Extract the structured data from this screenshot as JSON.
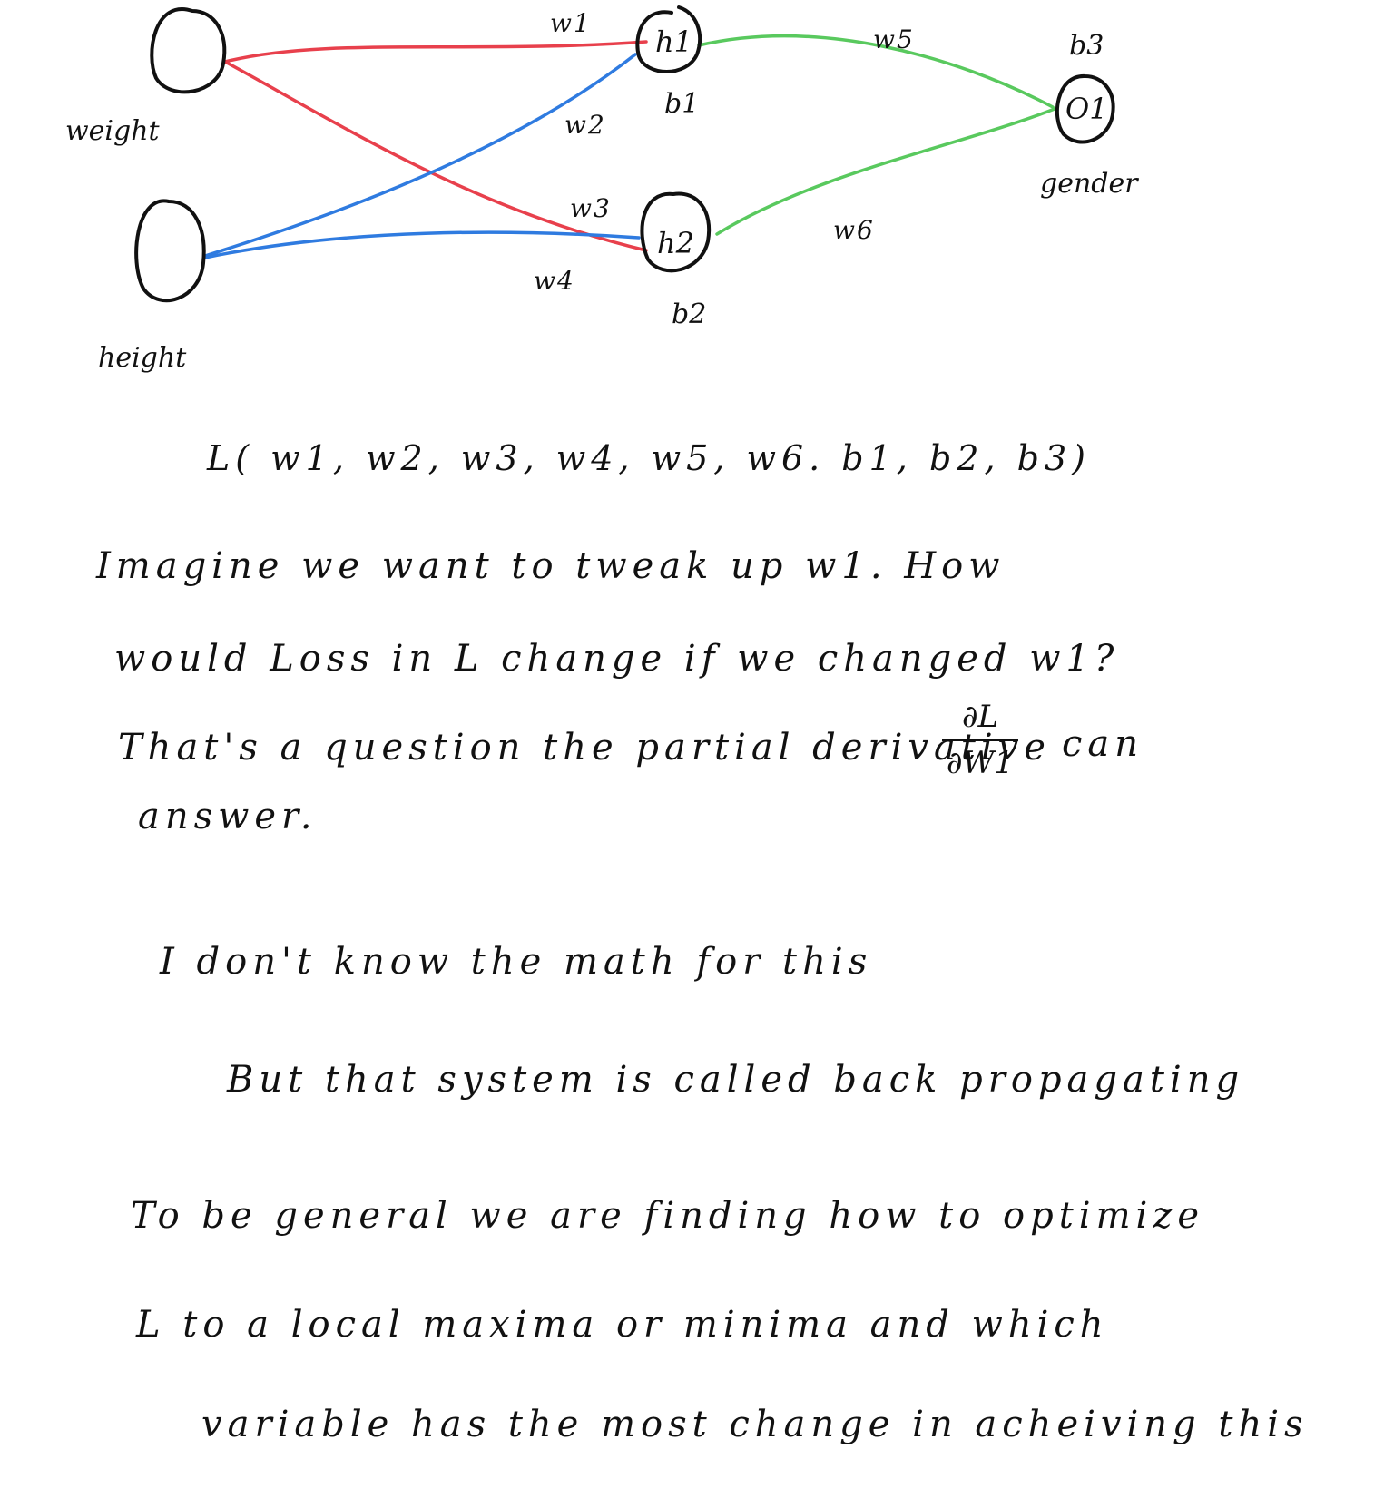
{
  "diagram": {
    "inputs": [
      {
        "id": "weight",
        "label": "weight"
      },
      {
        "id": "height",
        "label": "height"
      }
    ],
    "hidden": [
      {
        "id": "h1",
        "label": "h1",
        "bias": "b1"
      },
      {
        "id": "h2",
        "label": "h2",
        "bias": "b2"
      }
    ],
    "output": {
      "id": "o1",
      "label": "O1",
      "bias": "b3",
      "name": "gender"
    },
    "weights": [
      {
        "label": "w1",
        "from": "weight",
        "to": "h1",
        "color": "#e8404c"
      },
      {
        "label": "w2",
        "from": "height",
        "to": "h1",
        "color": "#2f7be0"
      },
      {
        "label": "w3",
        "from": "weight",
        "to": "h2",
        "color": "#e8404c"
      },
      {
        "label": "w4",
        "from": "height",
        "to": "h2",
        "color": "#2f7be0"
      },
      {
        "label": "w5",
        "from": "h1",
        "to": "o1",
        "color": "#59c95e"
      },
      {
        "label": "w6",
        "from": "h2",
        "to": "o1",
        "color": "#59c95e"
      }
    ]
  },
  "notes": {
    "loss_function": "L( w1, w2, w3, w4, w5, w6. b1, b2, b3)",
    "para1_line1": "Imagine   we   want   to   tweak  up  w1.  How",
    "para1_line2": "would   Loss   in   L   change   if   we  changed  w1?",
    "para1_line3a": "That's  a  question  the  partial  derivative",
    "frac_num": "∂L",
    "frac_den": "∂W1",
    "para1_line3b": "can",
    "para1_line4": "answer.",
    "para2_line1": "I  don't  know  the  math   for   this",
    "para2_line2": "But  that  system  is  called  back  propagating",
    "para3_line1": "To  be  general  we  are  finding  how  to  optimize",
    "para3_line2": "L   to  a  local  maxima  or  minima  and  which",
    "para3_line3": "variable  has  the  most  change  in  acheiving  this"
  }
}
